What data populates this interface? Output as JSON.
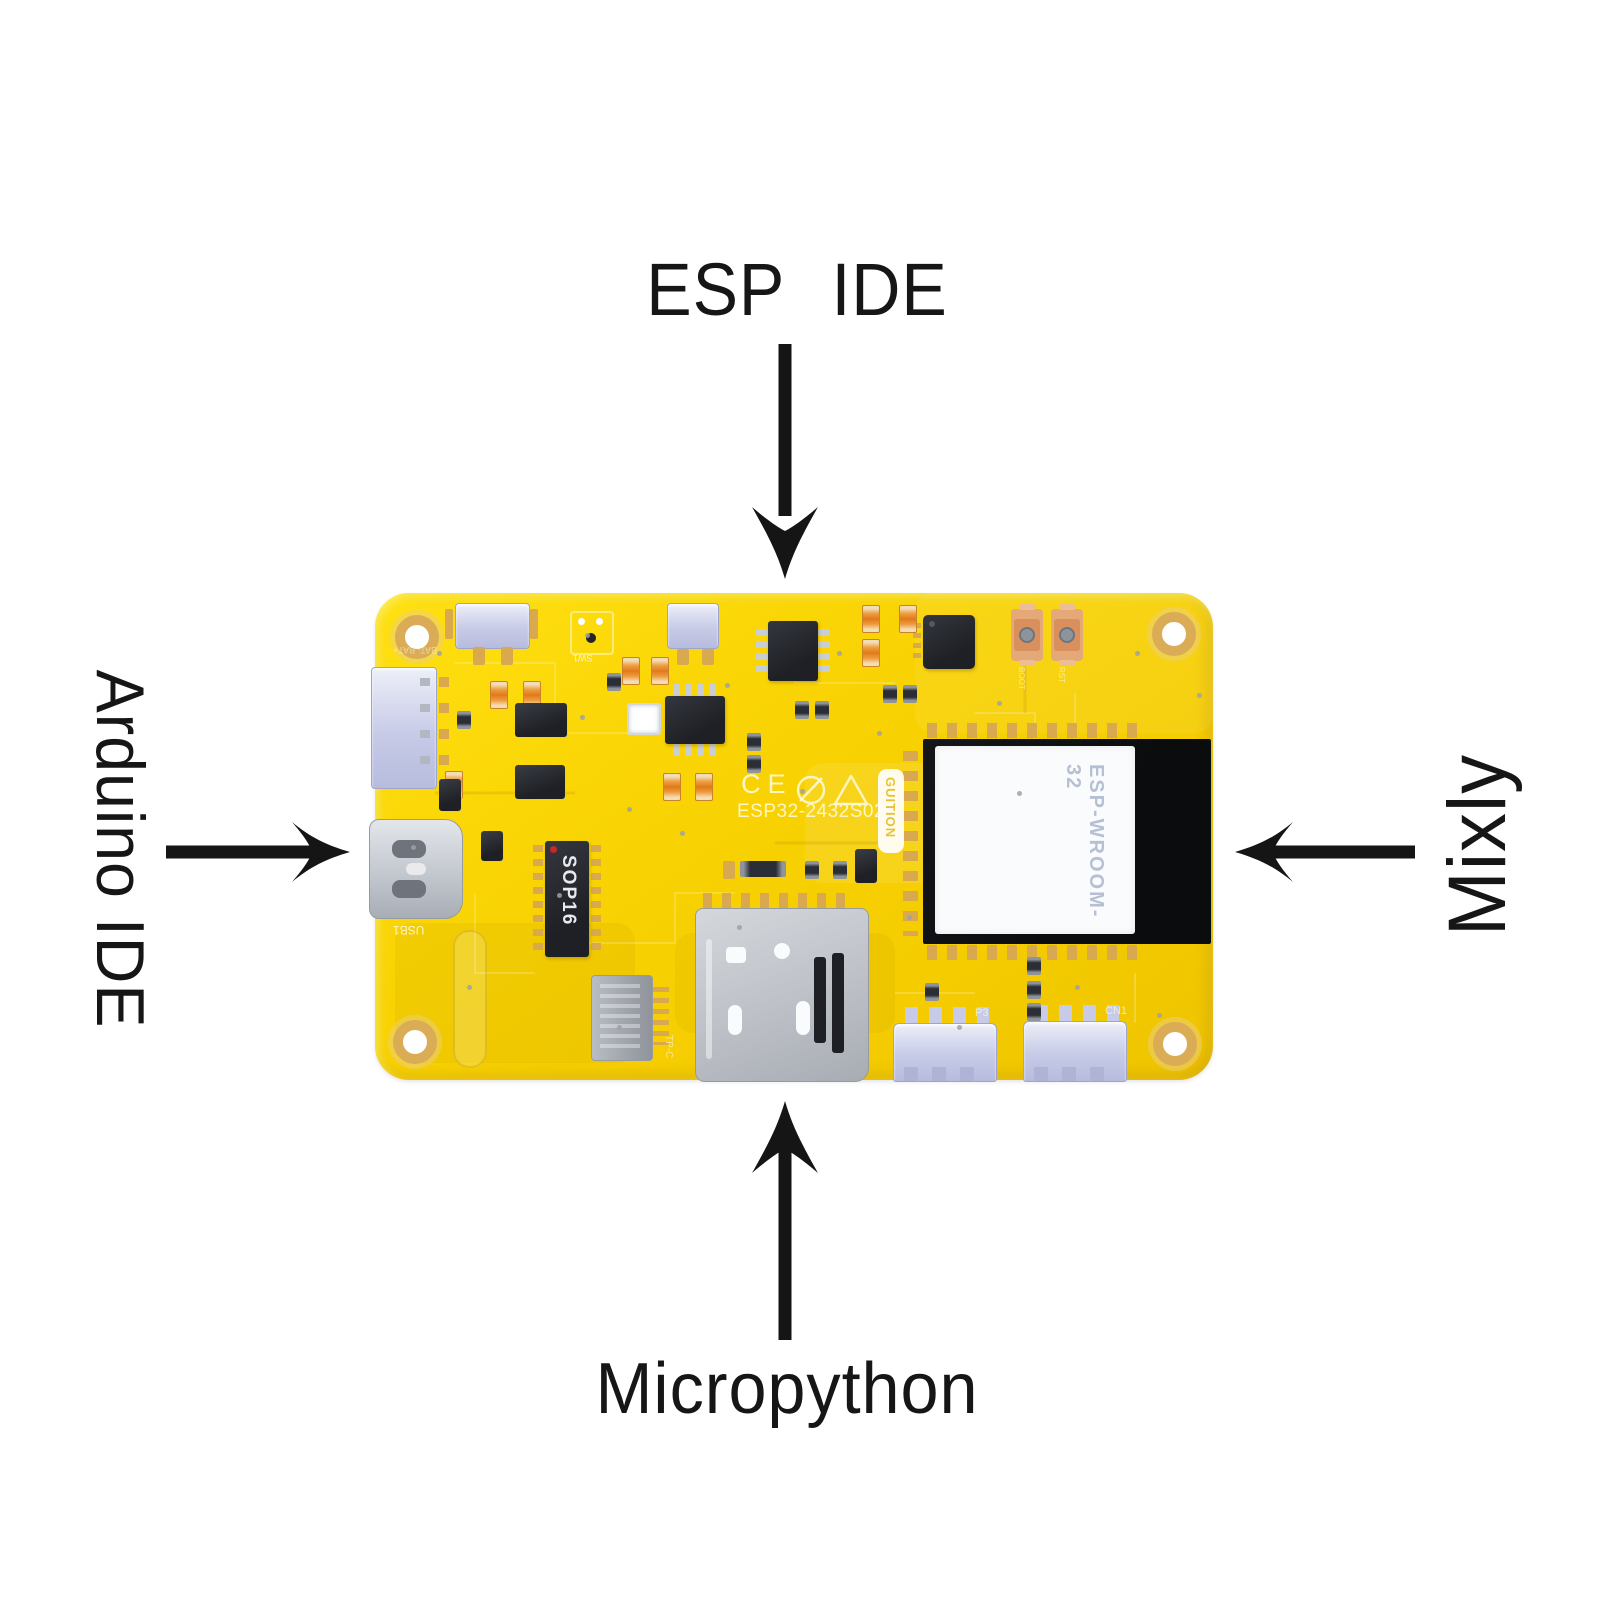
{
  "callouts": {
    "top": "ESP IDE",
    "left": "Arduino IDE",
    "right": "Mixly",
    "bottom": "Micropython"
  },
  "board": {
    "model": "ESP32-2432S024",
    "module": "ESP-WROOM-32",
    "brand": "GUITION",
    "chip": "SOP16",
    "usb": "USB1",
    "ce": "CE",
    "switch": "SW1",
    "fpc": "TP-C",
    "conn_p3": "P3",
    "conn_cn": "CN1",
    "btn_boot": "BOOT",
    "btn_rst": "RST",
    "silk_misc": "BAT-  BAT+"
  },
  "colors": {
    "pcb": "#F7D003",
    "arrow": "#151515",
    "connector": "#C9CCE9",
    "metal": "#C6CAD1",
    "gold": "#D8A94F",
    "button_copper": "#E5A877",
    "chip_black": "#1E2025",
    "module_label_text": "#B6C0D4",
    "brand_text": "#E7C235"
  }
}
